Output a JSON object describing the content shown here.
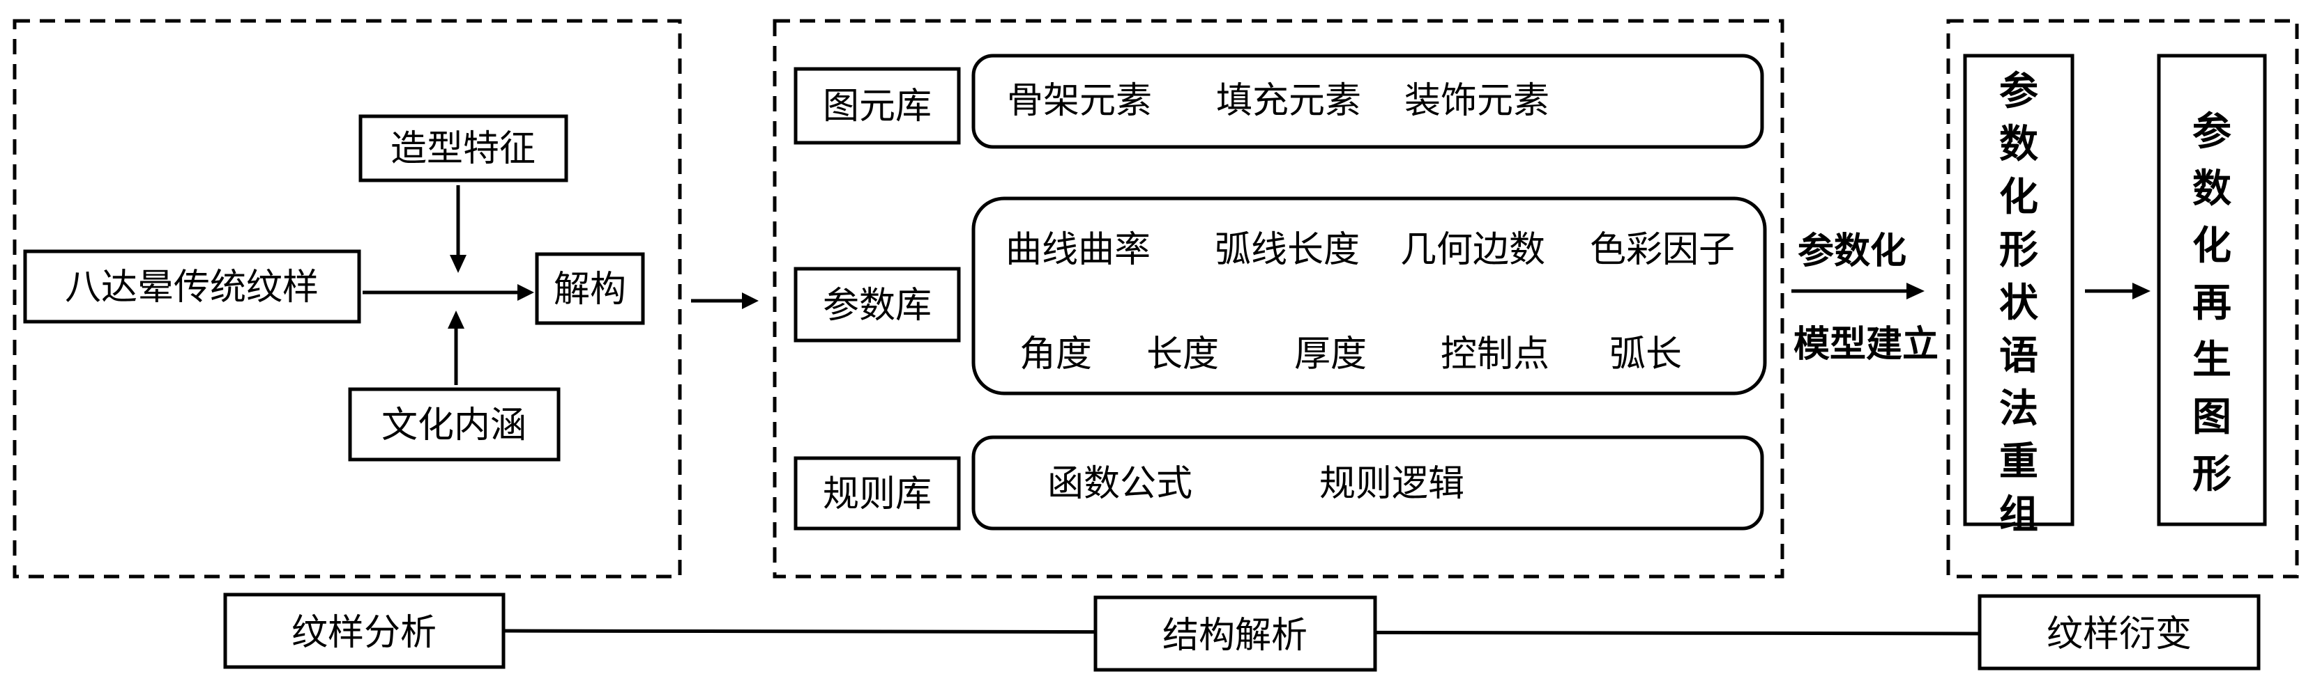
{
  "diagram": {
    "stage1": {
      "input": "八达晕传统纹样",
      "factor_top": "造型特征",
      "factor_bottom": "文化内涵",
      "output": "解构"
    },
    "stage2": {
      "libraries": [
        {
          "name": "图元库",
          "rows": [
            [
              "骨架元素",
              "填充元素",
              "装饰元素"
            ]
          ]
        },
        {
          "name": "参数库",
          "rows": [
            [
              "曲线曲率",
              "弧线长度",
              "几何边数",
              "色彩因子"
            ],
            [
              "角度",
              "长度",
              "厚度",
              "控制点",
              "弧长"
            ]
          ]
        },
        {
          "name": "规则库",
          "rows": [
            [
              "函数公式",
              "规则逻辑"
            ]
          ]
        }
      ]
    },
    "transition": {
      "top": "参数化",
      "bottom": "模型建立"
    },
    "stage3": {
      "recombine": "参数化形状语法重组",
      "regenerate": "参数化再生图形"
    },
    "phases": [
      "纹样分析",
      "结构解析",
      "纹样衍变"
    ]
  }
}
